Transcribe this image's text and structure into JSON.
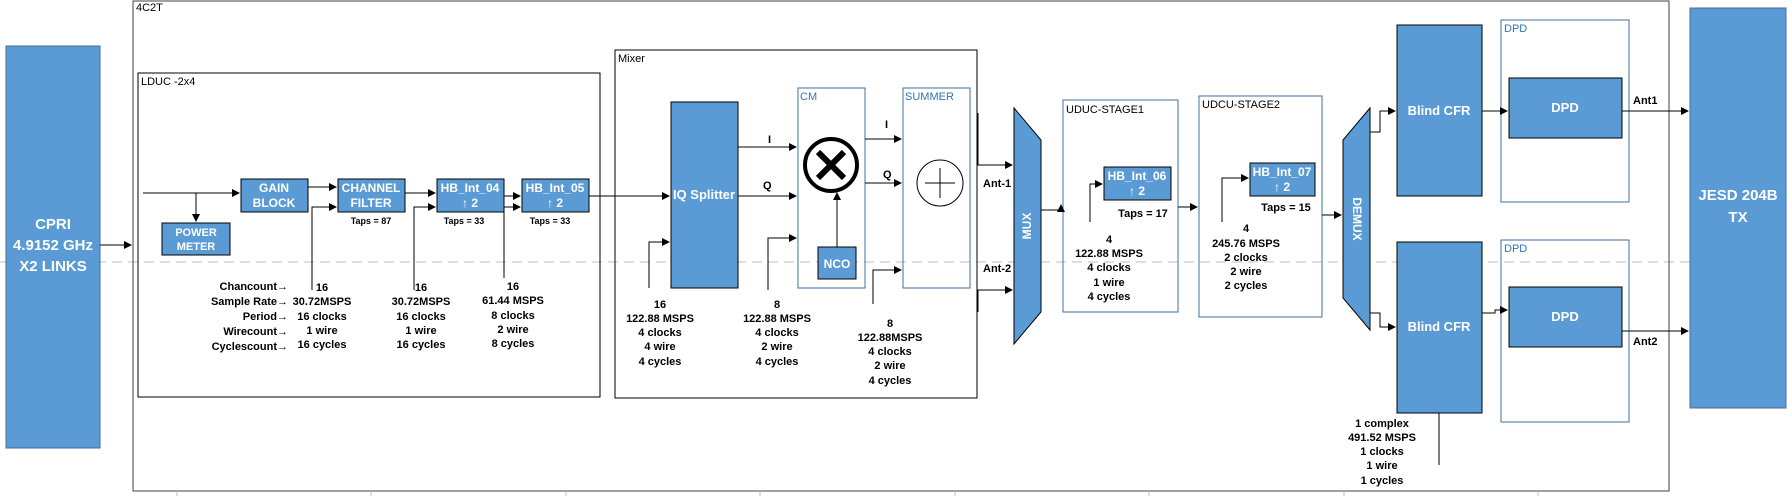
{
  "frames": {
    "outer": "4C2T",
    "lduc": "LDUC -2x4",
    "mixer": "Mixer",
    "cm": "CM",
    "summer": "SUMMER",
    "uduc1": "UDUC-STAGE1",
    "udcu2": "UDCU-STAGE2",
    "dpd_top": "DPD",
    "dpd_bottom": "DPD"
  },
  "blocks": {
    "cpri": [
      "CPRI",
      "4.9152 GHz",
      "X2 LINKS"
    ],
    "power_meter": [
      "POWER",
      "METER"
    ],
    "gain_block": [
      "GAIN",
      "BLOCK"
    ],
    "channel_filter": [
      "CHANNEL",
      "FILTER"
    ],
    "hb_int_04": [
      "HB_Int_04",
      "↑ 2"
    ],
    "hb_int_05": [
      "HB_Int_05",
      "↑ 2"
    ],
    "iq_splitter": "IQ Splitter",
    "nco": "NCO",
    "mux": "MUX",
    "hb_int_06": [
      "HB_Int_06",
      "↑ 2"
    ],
    "hb_int_07": [
      "HB_Int_07",
      "↑ 2"
    ],
    "demux": "DEMUX",
    "blind_cfr_top": "Blind CFR",
    "blind_cfr_bottom": "Blind CFR",
    "dpd_top": "DPD",
    "dpd_bottom": "DPD",
    "jesd": [
      "JESD 204B",
      "TX"
    ]
  },
  "taps": {
    "channel_filter": "Taps = 87",
    "hb_int_04": "Taps = 33",
    "hb_int_05": "Taps = 33",
    "hb_int_06": "Taps = 17",
    "hb_int_07": "Taps = 15"
  },
  "signals": {
    "i_top": "I",
    "q_top": "Q",
    "i_out": "I",
    "q_out": "Q",
    "ant1_in": "Ant-1",
    "ant2_in": "Ant-2",
    "ant1_out": "Ant1",
    "ant2_out": "Ant2"
  },
  "legend": [
    "Chancount→",
    "Sample Rate→",
    "Period→",
    "Wirecount→",
    "Cyclescount→"
  ],
  "params": {
    "after_gain": [
      "16",
      "30.72MSPS",
      "16 clocks",
      "1 wire",
      "16 cycles"
    ],
    "after_filter": [
      "16",
      "30.72MSPS",
      "16 clocks",
      "1 wire",
      "16 cycles"
    ],
    "after_hb04": [
      "16",
      "61.44 MSPS",
      "8 clocks",
      "2 wire",
      "8 cycles"
    ],
    "iq_in": [
      "16",
      "122.88 MSPS",
      "4 clocks",
      "4 wire",
      "4 cycles"
    ],
    "iq_out": [
      "8",
      "122.88 MSPS",
      "4 clocks",
      "2 wire",
      "4 cycles"
    ],
    "summer_in": [
      "8",
      "122.88MSPS",
      "4 clocks",
      "2 wire",
      "4 cycles"
    ],
    "uduc1": [
      "4",
      "122.88 MSPS",
      "4 clocks",
      "1 wire",
      "4 cycles"
    ],
    "udcu2": [
      "4",
      "245.76 MSPS",
      "2 clocks",
      "2 wire",
      "2 cycles"
    ],
    "cfr": [
      "1 complex",
      "491.52 MSPS",
      "1 clocks",
      "1 wire",
      "1 cycles"
    ]
  },
  "colors": {
    "block_fill": "#5B9BD5",
    "block_stroke": "#41719C",
    "frame_blue": "#41719C",
    "line": "#000000"
  }
}
